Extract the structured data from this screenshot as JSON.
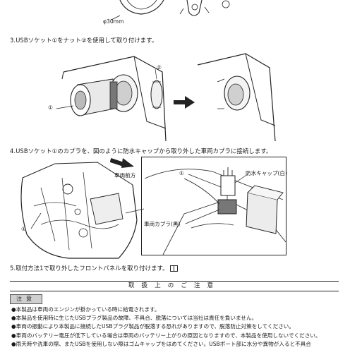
{
  "top_label": "φ30mm",
  "step3": {
    "text": "3.USBソケット①をナット②を使用して取り付けます。",
    "callout1": "①",
    "callout2": "②"
  },
  "step4": {
    "text": "4.USBソケット①のカプラを、図のように防水キャップから取り外した車両カプラに接続します。",
    "forward_label": "車両前方",
    "callout1": "①",
    "callout1b": "①",
    "cap_label": "防水キャップ(白)",
    "coupler_label": "車両カプラ(黒)"
  },
  "step5": {
    "text": "5.取付方法1で取り外したフロントパネルを取り付けます。"
  },
  "notice": {
    "title": "取扱上のご注意",
    "tag": "注意",
    "items": [
      "●本製品は車両のエンジンが掛かっている時に給電されます。",
      "●本製品を使用時に生じたUSBプラグ製品の故障、不具合、脱落については当社は責任を負いません。",
      "●車両の振動により本製品に接続したUSBプラグ製品が脱落する恐れがありますので、脱落防止対策をしてください。",
      "●車両のバッテリー電圧が低下している場合は車両のバッテリー上がりの原因となりますので、本製品を使用しないでください。",
      "●雨天時や洗車の際、またUSBを使用しない際はゴムキャップをはめてください。USBポート部に水分や異物が入ると不具合"
    ]
  }
}
